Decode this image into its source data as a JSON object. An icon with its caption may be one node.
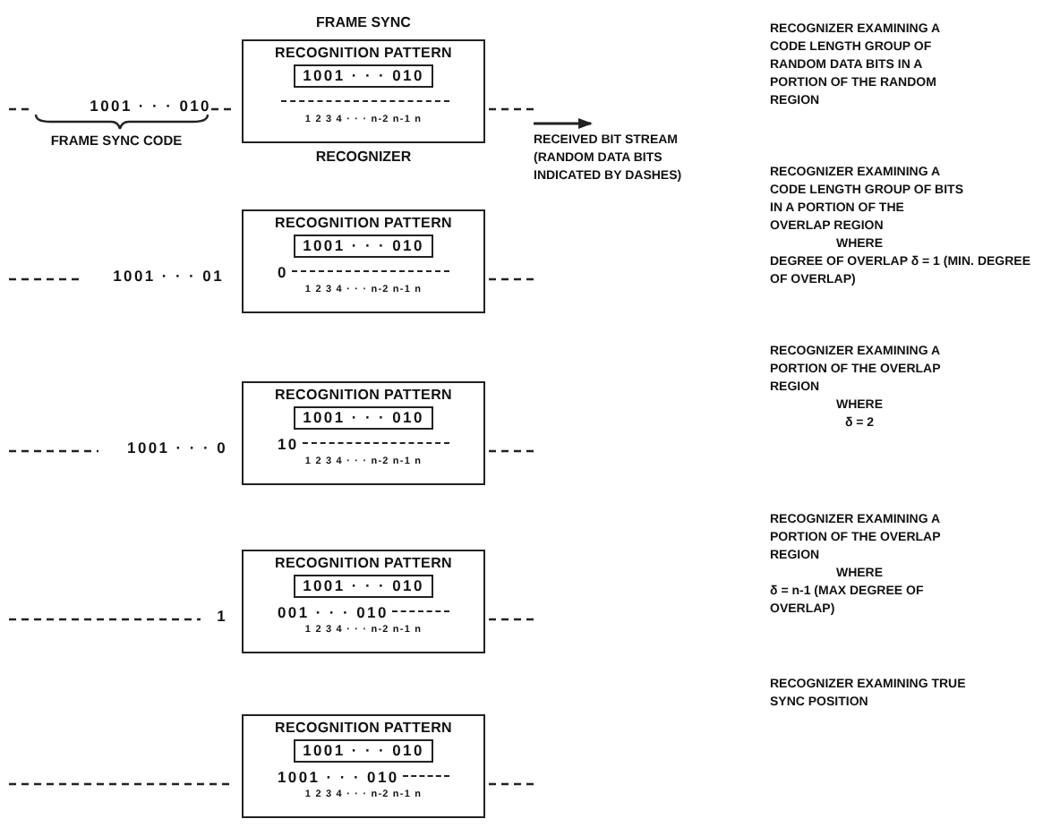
{
  "diagram": {
    "nodes": [
      {
        "text": [
          "RECOGNITION PATTERN",
          "1 2 3 4 · · · n-2 n-1 n"
        ],
        "beside": [
          "FRAME SYNC",
          "RECOGNIZER"
        ]
      },
      {
        "text": [
          "1001 · · · 010"
        ],
        "in": 0
      },
      {
        "text": [
          "RECOGNITION PATTERN",
          "0",
          "1 2 3 4 · · · n-2 n-1 n"
        ]
      },
      {
        "text": [
          "1001 · · · 010"
        ],
        "in": 2
      },
      {
        "text": [
          "RECOGNITION PATTERN",
          "10",
          "1 2 3 4 · · · n-2 n-1 n"
        ]
      },
      {
        "text": [
          "1001 · · · 010"
        ],
        "in": 4
      },
      {
        "text": [
          "RECOGNITION PATTERN",
          "001 · · · 010",
          "1 2 3 4 · · · n-2 n-1 n"
        ]
      },
      {
        "text": [
          "1001 · · · 010"
        ],
        "in": 6
      },
      {
        "text": [
          "RECOGNITION PATTERN",
          "1001 · · · 010",
          "1 2 3 4 · · · n-2 n-1 n"
        ]
      },
      {
        "text": [
          "1001 · · · 010"
        ],
        "in": 8
      }
    ],
    "edges": [],
    "labels": [
      "1001 · · · 010",
      "FRAME SYNC CODE",
      "RECEIVED BIT STREAM (RANDOM DATA BITS INDICATED BY DASHES)",
      "RECOGNIZER EXAMINING A CODE LENGTH GROUP OF RANDOM DATA BITS IN A PORTION OF THE RANDOM REGION",
      "1001 · · · 01",
      "RECOGNIZER EXAMINING A CODE LENGTH GROUP OF BITS IN A PORTION OF THE OVERLAP REGION",
      "WHERE",
      "DEGREE OF OVERLAP δ = 1 (MIN. DEGREE OF OVERLAP)",
      "1001 · · · 0",
      "RECOGNIZER EXAMINING A PORTION OF THE OVERLAP REGION",
      "WHERE",
      "δ = 2",
      "1",
      "RECOGNIZER EXAMINING A PORTION OF THE OVERLAP REGION",
      "WHERE",
      "δ = n-1 (MAX DEGREE OF OVERLAP)",
      "RECOGNIZER EXAMINING TRUE SYNC POSITION"
    ]
  }
}
